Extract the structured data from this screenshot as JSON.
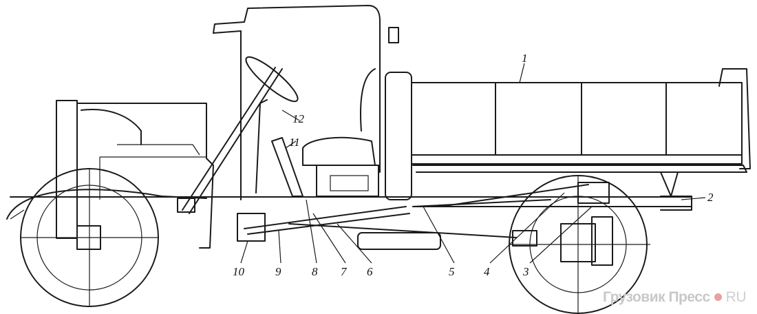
{
  "callouts": [
    {
      "num": "1",
      "part": "body"
    },
    {
      "num": "2",
      "part": "frame"
    },
    {
      "num": "3",
      "part": "rear-axle-link"
    },
    {
      "num": "4",
      "part": "rod"
    },
    {
      "num": "5",
      "part": "driveshaft-joint"
    },
    {
      "num": "6",
      "part": "driveshaft"
    },
    {
      "num": "7",
      "part": "rod"
    },
    {
      "num": "8",
      "part": "lever-link"
    },
    {
      "num": "9",
      "part": "rod"
    },
    {
      "num": "10",
      "part": "gearbox-pto"
    },
    {
      "num": "11",
      "part": "lever"
    },
    {
      "num": "12",
      "part": "lever"
    }
  ],
  "watermark": {
    "brand": "Грузовик Пресс",
    "suffix": "RU",
    "dot_color": "#e9a0a0"
  }
}
